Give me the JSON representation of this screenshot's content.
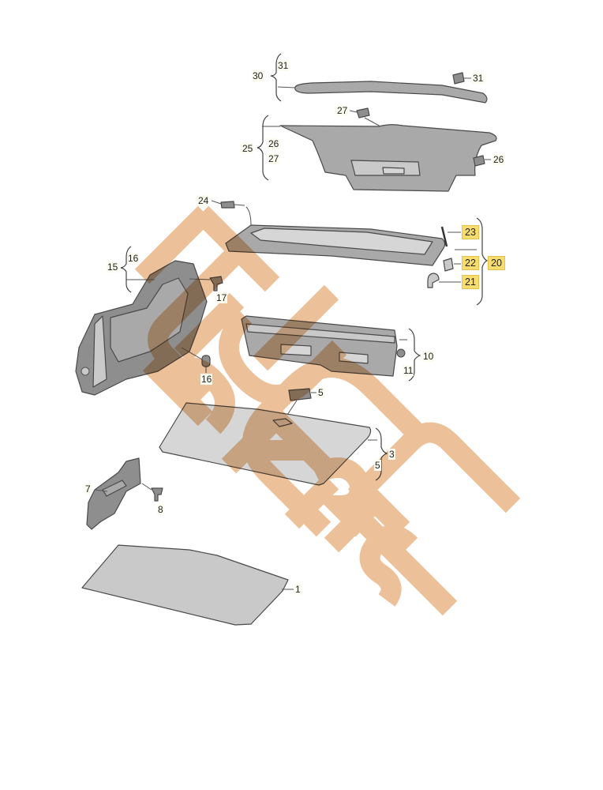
{
  "diagram": {
    "type": "exploded-parts-diagram",
    "subject": "Rear luggage compartment trim",
    "colors": {
      "part_fill": "#a9a9a9",
      "part_outline": "#4a4a4a",
      "highlight_label": "#f7dc6f",
      "watermark": "#eab98c"
    },
    "parts": [
      {
        "id": "1",
        "label": "1",
        "description": "floor covering (lower)"
      },
      {
        "id": "3",
        "label": "3",
        "description": "luggage floor panel",
        "includes": [
          "5"
        ]
      },
      {
        "id": "5",
        "label": "5",
        "description": "handle"
      },
      {
        "id": "7",
        "label": "7",
        "description": "side bracket"
      },
      {
        "id": "8",
        "label": "8",
        "description": "screw"
      },
      {
        "id": "10",
        "label": "10",
        "description": "rear panel trim",
        "includes": [
          "11"
        ]
      },
      {
        "id": "11",
        "label": "11",
        "description": "clip"
      },
      {
        "id": "15",
        "label": "15",
        "description": "side trim",
        "includes": [
          "16"
        ]
      },
      {
        "id": "16",
        "label": "16",
        "description": "clip"
      },
      {
        "id": "17",
        "label": "17",
        "description": "fastener"
      },
      {
        "id": "20",
        "label": "20",
        "description": "parcel shelf",
        "includes": [
          "21",
          "22",
          "23"
        ],
        "highlighted": true
      },
      {
        "id": "21",
        "label": "21",
        "description": "hook",
        "highlighted": true
      },
      {
        "id": "22",
        "label": "22",
        "description": "holder",
        "highlighted": true
      },
      {
        "id": "23",
        "label": "23",
        "description": "cord",
        "highlighted": true
      },
      {
        "id": "24",
        "label": "24",
        "description": "cord with clip"
      },
      {
        "id": "25",
        "label": "25",
        "description": "tailgate trim",
        "includes": [
          "26",
          "27"
        ]
      },
      {
        "id": "26",
        "label": "26",
        "description": "clip"
      },
      {
        "id": "27",
        "label": "27",
        "description": "clip"
      },
      {
        "id": "30",
        "label": "30",
        "description": "upper tailgate trim",
        "includes": [
          "31"
        ]
      },
      {
        "id": "31",
        "label": "31",
        "description": "clip"
      }
    ],
    "labels": {
      "l30": "30",
      "l31a": "31",
      "l31b": "31",
      "l27a": "27",
      "l25": "25",
      "l26a": "26",
      "l27b": "27",
      "l26b": "26",
      "l24": "24",
      "l23": "23",
      "l22": "22",
      "l20": "20",
      "l21": "21",
      "l15": "15",
      "l16a": "16",
      "l17": "17",
      "l16b": "16",
      "l10": "10",
      "l11": "11",
      "l5a": "5",
      "l3": "3",
      "l5b": "5",
      "l7": "7",
      "l8": "8",
      "l1": "1"
    },
    "watermark_text": "EPC PARTS"
  }
}
